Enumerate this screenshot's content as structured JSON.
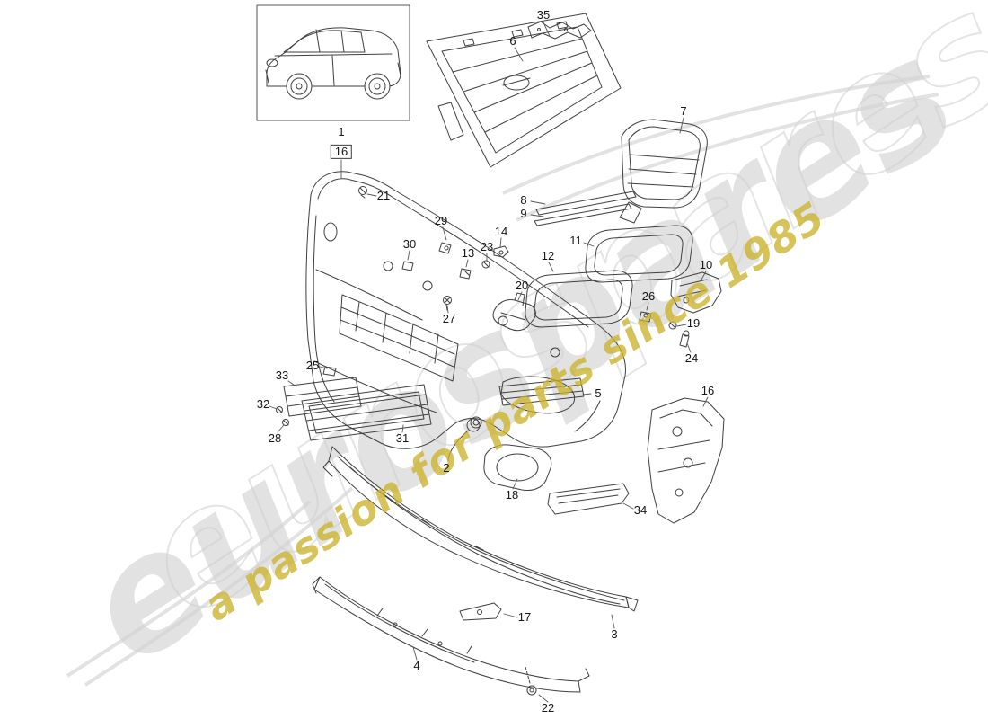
{
  "watermark": {
    "brand": "eurospares",
    "tagline": "a passion for parts since 1985"
  },
  "callouts": [
    {
      "num": "35"
    },
    {
      "num": "6"
    },
    {
      "num": "7"
    },
    {
      "num": "1"
    },
    {
      "num": "16"
    },
    {
      "num": "21"
    },
    {
      "num": "8"
    },
    {
      "num": "9"
    },
    {
      "num": "29"
    },
    {
      "num": "14"
    },
    {
      "num": "30"
    },
    {
      "num": "23"
    },
    {
      "num": "13"
    },
    {
      "num": "11"
    },
    {
      "num": "12"
    },
    {
      "num": "10"
    },
    {
      "num": "20"
    },
    {
      "num": "26"
    },
    {
      "num": "27"
    },
    {
      "num": "19"
    },
    {
      "num": "24"
    },
    {
      "num": "25"
    },
    {
      "num": "33"
    },
    {
      "num": "5"
    },
    {
      "num": "16"
    },
    {
      "num": "32"
    },
    {
      "num": "28"
    },
    {
      "num": "31"
    },
    {
      "num": "2"
    },
    {
      "num": "18"
    },
    {
      "num": "34"
    },
    {
      "num": "17"
    },
    {
      "num": "3"
    },
    {
      "num": "4"
    },
    {
      "num": "22"
    }
  ]
}
